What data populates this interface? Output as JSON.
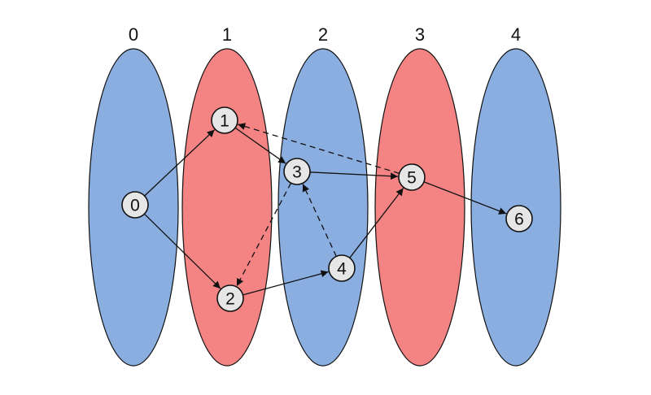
{
  "colors": {
    "layer_blue": "#8aaee0",
    "layer_red": "#f48484",
    "node_fill": "#e6e6e6",
    "stroke": "#111111"
  },
  "layers": [
    {
      "label": "0",
      "color": "blue"
    },
    {
      "label": "1",
      "color": "red"
    },
    {
      "label": "2",
      "color": "blue"
    },
    {
      "label": "3",
      "color": "red"
    },
    {
      "label": "4",
      "color": "blue"
    }
  ],
  "nodes": [
    {
      "id": "0",
      "label": "0",
      "layer": 0
    },
    {
      "id": "1",
      "label": "1",
      "layer": 1
    },
    {
      "id": "2",
      "label": "2",
      "layer": 1
    },
    {
      "id": "3",
      "label": "3",
      "layer": 2
    },
    {
      "id": "4",
      "label": "4",
      "layer": 2
    },
    {
      "id": "5",
      "label": "5",
      "layer": 3
    },
    {
      "id": "6",
      "label": "6",
      "layer": 4
    }
  ],
  "edges": [
    {
      "from": "0",
      "to": "1",
      "style": "solid"
    },
    {
      "from": "0",
      "to": "2",
      "style": "solid"
    },
    {
      "from": "1",
      "to": "3",
      "style": "solid"
    },
    {
      "from": "2",
      "to": "4",
      "style": "solid"
    },
    {
      "from": "3",
      "to": "5",
      "style": "solid"
    },
    {
      "from": "4",
      "to": "5",
      "style": "solid"
    },
    {
      "from": "5",
      "to": "6",
      "style": "solid"
    },
    {
      "from": "5",
      "to": "1",
      "style": "dashed"
    },
    {
      "from": "3",
      "to": "2",
      "style": "dashed"
    },
    {
      "from": "4",
      "to": "3",
      "style": "dashed"
    }
  ]
}
